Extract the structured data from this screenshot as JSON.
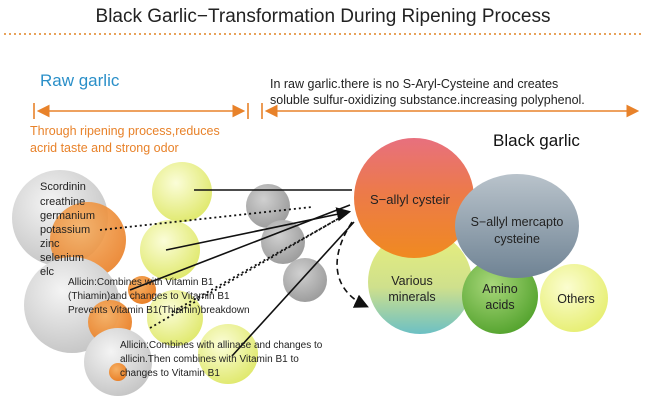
{
  "title": "Black Garlic−Transformation During Ripening Process",
  "raw_garlic_label": "Raw garlic",
  "black_garlic_label": "Black garlic",
  "top_note": {
    "line1": "In raw garlic.there is no S-Aryl-Cysteine and creates",
    "line2": "soluble sulfur-oxidizing substance.increasing polyphenol."
  },
  "ripening_note": {
    "line1": "Through ripening process,reduces",
    "line2": "acrid taste and strong odor"
  },
  "minerals_list": [
    "Scordinin",
    "creathine",
    "germanium",
    "potassium",
    "zinc",
    "selenium",
    "elc"
  ],
  "allicin_note1": {
    "line1": "Allicin:Combines with Vitamin B1",
    "line2": "(Thiamin)and changes to Vitamin B1",
    "line3": "Prevents Vitamin B1(Thiamin)breakdown"
  },
  "allicin_note2": {
    "line1": "Allicin:Combines with allinase and changes to",
    "line2": "allicin.Then combines with Vitamin B1 to",
    "line3": "changes to Vitamin B1"
  },
  "components": {
    "s_allyl_cysteine": "S−allyl cysteir",
    "s_allyl_mercapto_line1": "S−allyl mercapto",
    "s_allyl_mercapto_line2": "cysteine",
    "various_minerals_line1": "Various",
    "various_minerals_line2": "minerals",
    "amino_acids_line1": "Amino",
    "amino_acids_line2": "acids",
    "others": "Others"
  },
  "colors": {
    "orange": "#e8822a",
    "lime": "#e4ec78",
    "gray": "#bdbdbd",
    "dark_gray": "#a6a6a6",
    "blue_gray": "#8898a6",
    "green": "#6bb03a",
    "yellow": "#eef28a"
  }
}
